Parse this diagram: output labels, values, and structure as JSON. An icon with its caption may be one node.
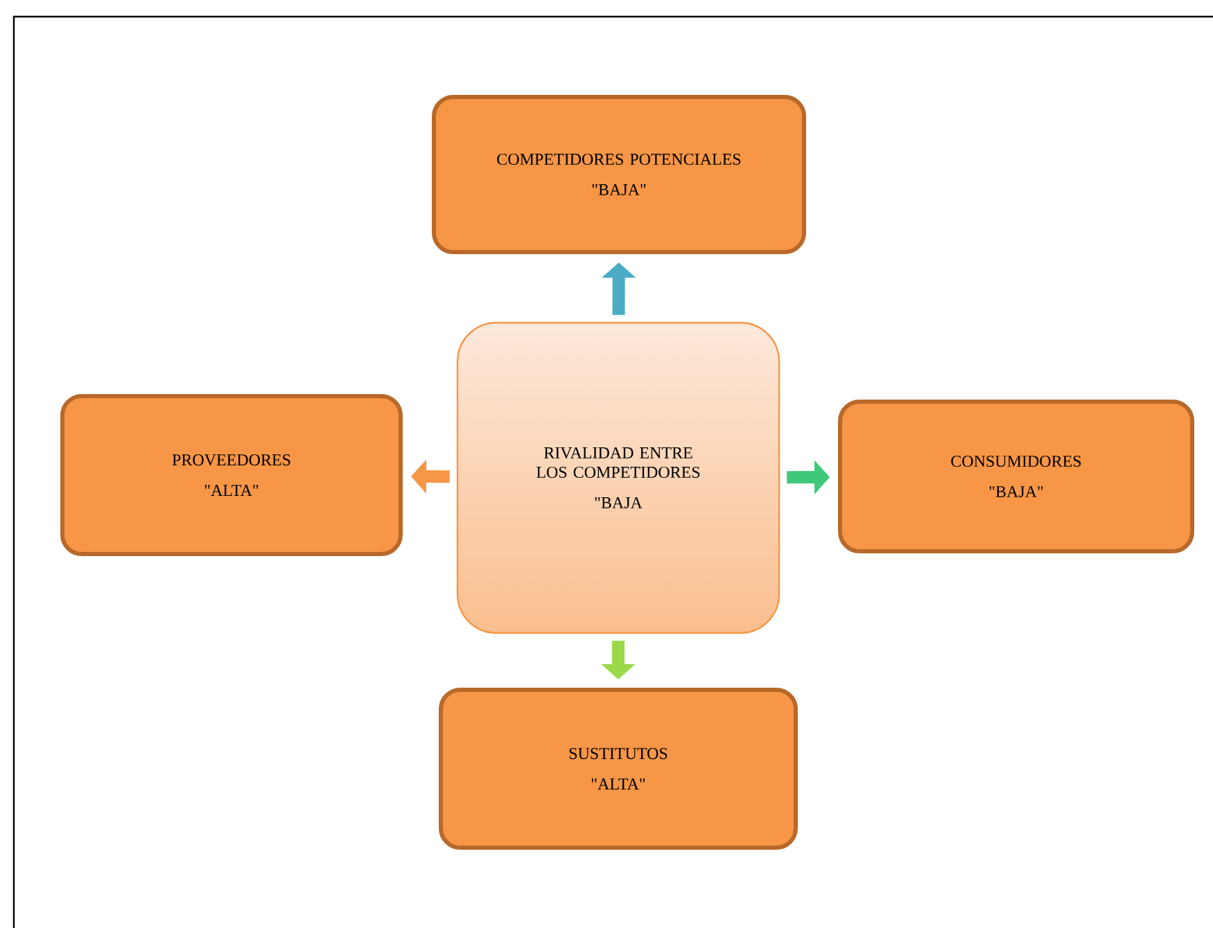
{
  "diagram": {
    "nodes": [
      {
        "text": [
          "COMPETIDORES POTENCIALES",
          "\"BAJA\""
        ]
      },
      {
        "text": [
          "PROVEEDORES",
          "\"ALTA\""
        ]
      },
      {
        "text": [
          "RIVALIDAD ENTRE LOS COMPETIDORES",
          "\"BAJA"
        ]
      },
      {
        "text": [
          "CONSUMIDORES",
          "\"BAJA\""
        ]
      },
      {
        "text": [
          "SUSTITUTOS",
          "\"ALTA\""
        ]
      }
    ],
    "edges": [
      {
        "from": 2,
        "to": 0,
        "arrow": "to",
        "color": "#4bacc6"
      },
      {
        "from": 2,
        "to": 1,
        "arrow": "to",
        "color": "#f79646"
      },
      {
        "from": 2,
        "to": 3,
        "arrow": "to",
        "color": "#3ec97a"
      },
      {
        "from": 2,
        "to": 4,
        "arrow": "to",
        "color": "#9bd84a"
      }
    ]
  }
}
